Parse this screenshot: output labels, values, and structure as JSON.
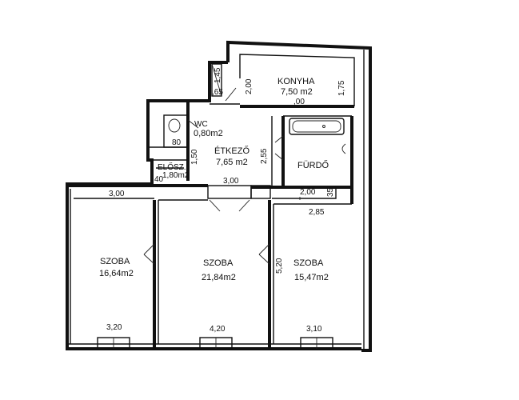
{
  "rooms": {
    "konyha": {
      "name": "KONYHA",
      "area": "7,50 m2",
      "note": ",00"
    },
    "wc": {
      "name": "WC",
      "area": "0,80m2"
    },
    "etkezo": {
      "name": "ÉTKEZŐ",
      "area": "7,65 m2"
    },
    "furdo": {
      "name": "FÜRDŐ"
    },
    "eloszoba": {
      "name": "ELŐSZ.",
      "area": "1,80m2"
    },
    "szoba_left": {
      "name": "SZOBA",
      "area": "16,64m2"
    },
    "szoba_mid": {
      "name": "SZOBA",
      "area": "21,84m2"
    },
    "szoba_right": {
      "name": "SZOBA",
      "area": "15,47m2"
    }
  },
  "dimensions": {
    "d_145": "1,45",
    "d_065": ",65",
    "d_200_top": "2,00",
    "d_175": "1,75",
    "d_080": "80",
    "d_150": "1,50",
    "d_255": "2,55",
    "d_300_mid": "3,00",
    "d_040": "40",
    "d_200_bath": "2,00",
    "d_035": "35",
    "d_300_left": "3,00",
    "d_285": "2,85",
    "d_520": "5,20",
    "d_320": "3,20",
    "d_420": "4,20",
    "d_310": "3,10"
  }
}
